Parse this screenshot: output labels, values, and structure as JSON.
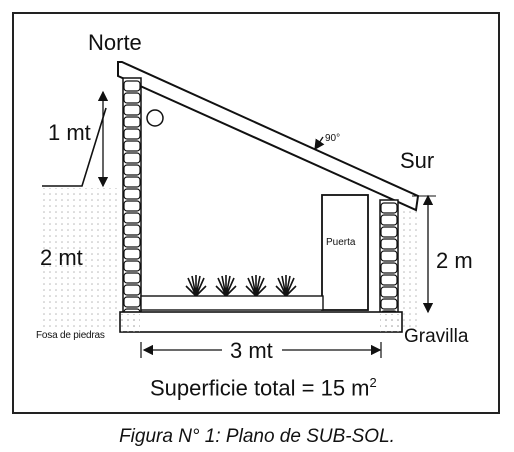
{
  "labels": {
    "north": "Norte",
    "south": "Sur",
    "height_north_upper": "1 mt",
    "height_north_lower": "2 mt",
    "height_south": "2 m",
    "angle": "90°",
    "door": "Puerta",
    "stone_pit": "Fosa de piedras",
    "gravel": "Gravilla",
    "width": "3 mt",
    "area_prefix": "Superficie total = 15 m",
    "area_exponent": "2"
  },
  "caption": "Figura N° 1: Plano de SUB-SOL."
}
